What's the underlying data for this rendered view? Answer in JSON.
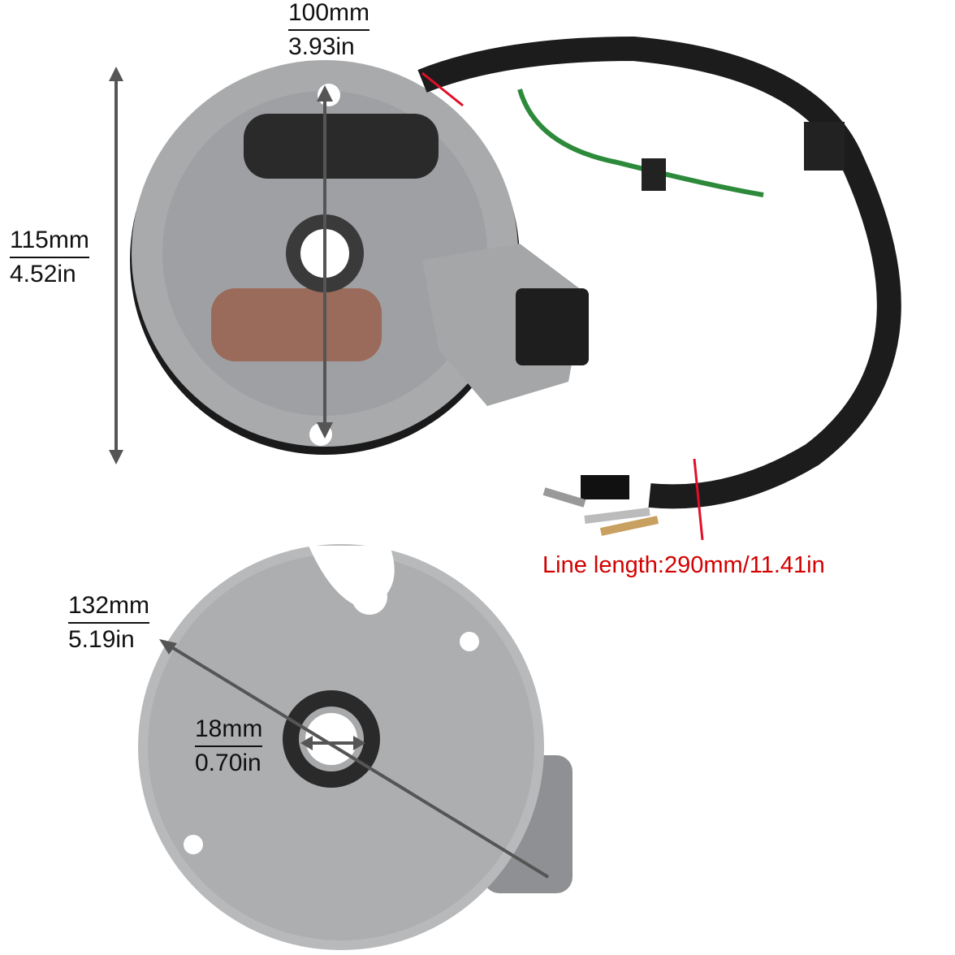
{
  "annotations": {
    "stator_height": {
      "mm": "100mm",
      "in": "3.93in"
    },
    "overall_height": {
      "mm": "115mm",
      "in": "4.52in"
    },
    "line_length": {
      "label": "Line length:290mm/11.41in",
      "color": "#d40000"
    },
    "diameter": {
      "mm": "132mm",
      "in": "5.19in"
    },
    "bore": {
      "mm": "18mm",
      "in": "0.70in"
    }
  },
  "colors": {
    "plate": "#a9aaac",
    "plate_dark": "#8e8f92",
    "back_plate": "#b8b9bb",
    "cable": "#1c1c1c",
    "coil_dark": "#2a2a2a",
    "coil_copper": "#9a6a5a",
    "arrow": "#555555"
  }
}
